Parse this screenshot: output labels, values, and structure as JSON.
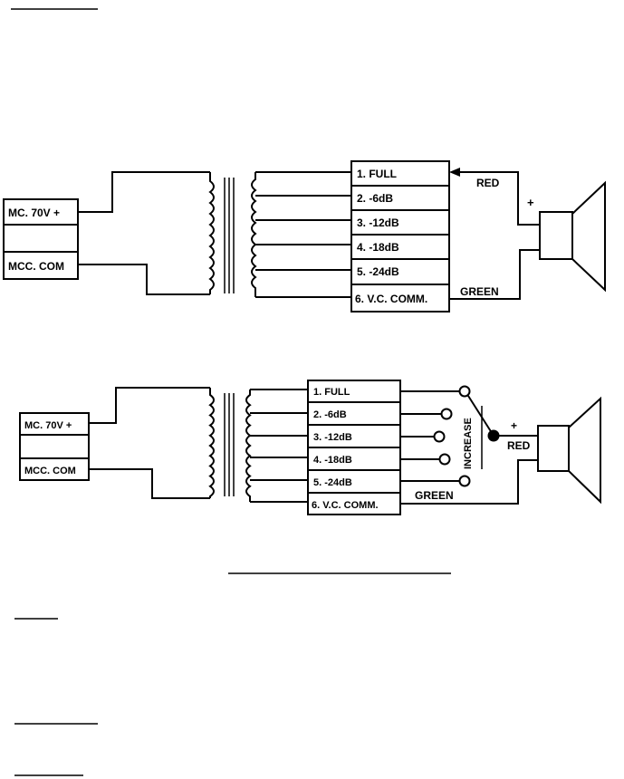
{
  "diagram1": {
    "input": {
      "plus": "MC. 70V +",
      "com": "MCC. COM"
    },
    "taps": [
      "1. FULL",
      "2. -6dB",
      "3. -12dB",
      "4. -18dB",
      "5. -24dB",
      "6. V.C. COMM."
    ],
    "wire_red": "RED",
    "wire_green": "GREEN",
    "polarity": "+"
  },
  "diagram2": {
    "input": {
      "plus": "MC. 70V +",
      "com": "MCC. COM"
    },
    "taps": [
      "1. FULL",
      "2. -6dB",
      "3. -12dB",
      "4. -18dB",
      "5. -24dB",
      "6. V.C. COMM."
    ],
    "wire_red": "RED",
    "wire_green": "GREEN",
    "polarity": "+",
    "switch_label": "INCREASE"
  }
}
